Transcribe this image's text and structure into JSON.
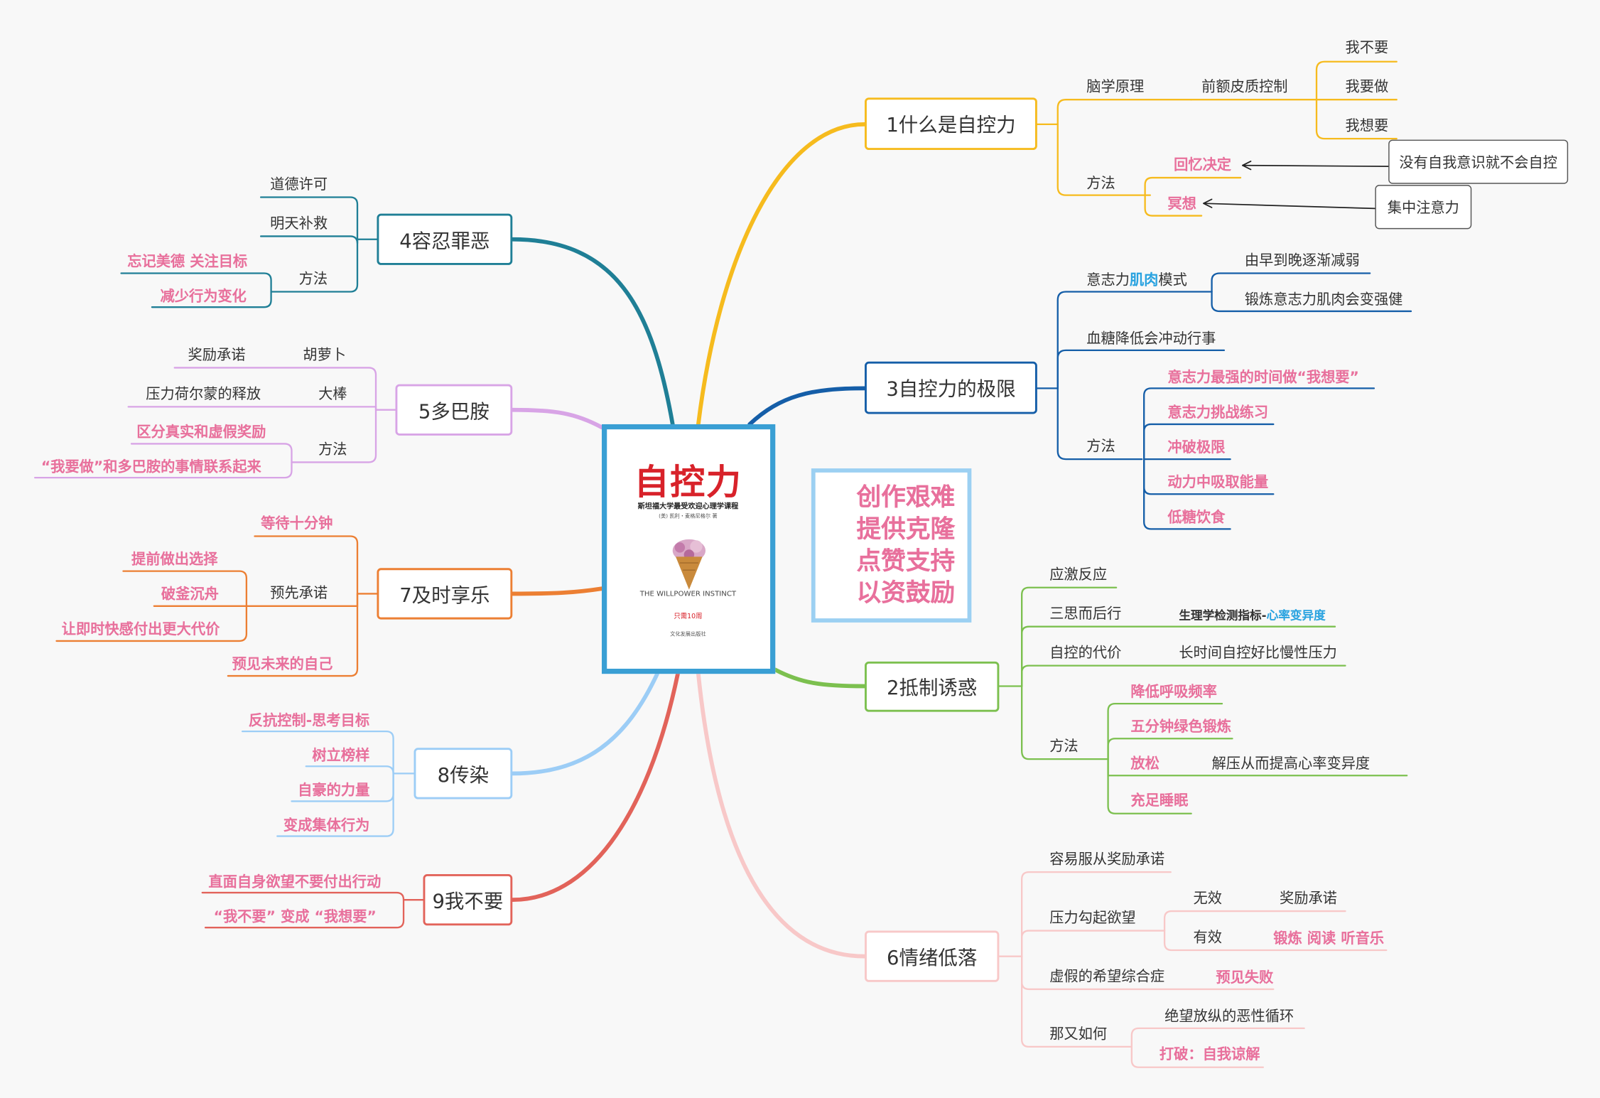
{
  "colors": {
    "topic1": "#f6bb1e",
    "topic2": "#7cc04f",
    "topic3": "#155ea8",
    "topic4": "#1f7f96",
    "topic5": "#d8a4e6",
    "topic6": "#f8c8c8",
    "topic7": "#ec7f33",
    "topic8": "#9ccdf6",
    "topic9": "#e2635a",
    "highlight": "#e8709c",
    "accent_blue": "#2aa3e0",
    "center_border": "#3a9fd4",
    "promo_border": "#9cd0f2"
  },
  "center": {
    "book_title": "自控力",
    "subtitle": "斯坦福大学最受欢迎心理学课程",
    "author": "(美) 凯利・麦格尼格尔 著",
    "english_title": "THE WILLPOWER INSTINCT",
    "weeks": "只需10周",
    "publisher": "文化发展出版社"
  },
  "promo": {
    "lines": [
      "创作艰难",
      "提供克隆",
      "点赞支持",
      "以资鼓励"
    ]
  },
  "topics": {
    "t1": "1什么是自控力",
    "t2": "2抵制诱惑",
    "t3": "3自控力的极限",
    "t4": "4容忍罪恶",
    "t5": "5多巴胺",
    "t6": "6情绪低落",
    "t7": "7及时享乐",
    "t8": "8传染",
    "t9": "9我不要"
  },
  "b1": {
    "brain": "脑学原理",
    "pfc": "前额皮质控制",
    "wont": "我不要",
    "will": "我要做",
    "want": "我想要",
    "method": "方法",
    "recall": "回忆决定",
    "meditate": "冥想",
    "callout_recall": "没有自我意识就不会自控",
    "callout_meditate": "集中注意力"
  },
  "b3": {
    "muscle_prefix": "意志力",
    "muscle_word": "肌肉",
    "muscle_suffix": "模式",
    "weaken": "由早到晚逐渐减弱",
    "train": "锻炼意志力肌肉会变强健",
    "sugar": "血糖降低会冲动行事",
    "method": "方法",
    "m1": "意志力最强的时间做“我想要”",
    "m2": "意志力挑战练习",
    "m3": "冲破极限",
    "m4": "动力中吸取能量",
    "m5": "低糖饮食"
  },
  "b2": {
    "stress": "应激反应",
    "think": "三思而后行",
    "indicator_prefix": "生理学检测指标-",
    "indicator_word": "心率变异度",
    "cost": "自控的代价",
    "cost_detail": "长时间自控好比慢性压力",
    "method": "方法",
    "m1": "降低呼吸频率",
    "m2": "五分钟绿色锻炼",
    "m3": "放松",
    "m3_detail": "解压从而提高心率变异度",
    "m4": "充足睡眠"
  },
  "b6": {
    "obey": "容易服从奖励承诺",
    "pressure": "压力勾起欲望",
    "invalid": "无效",
    "invalid_detail": "奖励承诺",
    "valid": "有效",
    "valid_detail": "锻炼 阅读 听音乐",
    "false_hope": "虚假的希望综合症",
    "foresee": "预见失败",
    "so_what": "那又如何",
    "cycle": "绝望放纵的恶性循环",
    "break": "打破：自我谅解"
  },
  "b4": {
    "moral": "道德许可",
    "tomorrow": "明天补救",
    "method": "方法",
    "forget": "忘记美德 关注目标",
    "reduce": "减少行为变化"
  },
  "b5": {
    "carrot": "胡萝卜",
    "reward": "奖励承诺",
    "stick": "大棒",
    "hormone": "压力荷尔蒙的释放",
    "method": "方法",
    "distinguish": "区分真实和虚假奖励",
    "link": "“我要做”和多巴胺的事情联系起来"
  },
  "b7": {
    "wait": "等待十分钟",
    "precommit": "预先承诺",
    "choose": "提前做出选择",
    "burn": "破釜沉舟",
    "cost": "让即时快感付出更大代价",
    "future": "预见未来的自己"
  },
  "b8": {
    "resist": "反抗控制-思考目标",
    "model": "树立榜样",
    "pride": "自豪的力量",
    "group": "变成集体行为"
  },
  "b9": {
    "face": "直面自身欲望不要付出行动",
    "convert": "“我不要” 变成 “我想要”"
  }
}
